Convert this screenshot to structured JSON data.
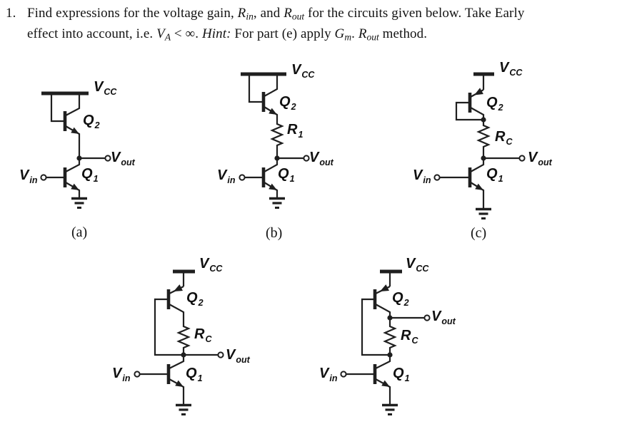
{
  "colors": {
    "ink": "#1f1f1f",
    "paper": "#ffffff",
    "text": "#141414"
  },
  "problem": {
    "number": "1.",
    "line1": [
      {
        "t": "Find expressions for the voltage gain, "
      },
      {
        "t": "R"
      },
      {
        "t": "in"
      },
      {
        "t": ", and  "
      },
      {
        "t": "R"
      },
      {
        "t": "out"
      },
      {
        "t": " for the circuits given below. Take Early"
      }
    ],
    "line2": [
      {
        "t": "effect into account, i.e. "
      },
      {
        "t": "V"
      },
      {
        "t": "A"
      },
      {
        "t": " < ∞. "
      },
      {
        "t": "Hint:"
      },
      {
        "t": " For part (e) apply "
      },
      {
        "t": "G"
      },
      {
        "t": "m"
      },
      {
        "t": ". "
      },
      {
        "t": "R"
      },
      {
        "t": "out"
      },
      {
        "t": " method."
      }
    ]
  },
  "labels": {
    "vcc": {
      "main": "V",
      "sub": "CC"
    },
    "vout": {
      "main": "V",
      "sub": "out"
    },
    "vin": {
      "main": "V",
      "sub": "in"
    },
    "q1": {
      "main": "Q",
      "sub": "1"
    },
    "q2": {
      "main": "Q",
      "sub": "2"
    },
    "r1": {
      "main": "R",
      "sub": "1"
    },
    "rc": {
      "main": "R",
      "sub": "C"
    }
  },
  "captions": {
    "a": "(a)",
    "b": "(b)",
    "c": "(c)"
  }
}
